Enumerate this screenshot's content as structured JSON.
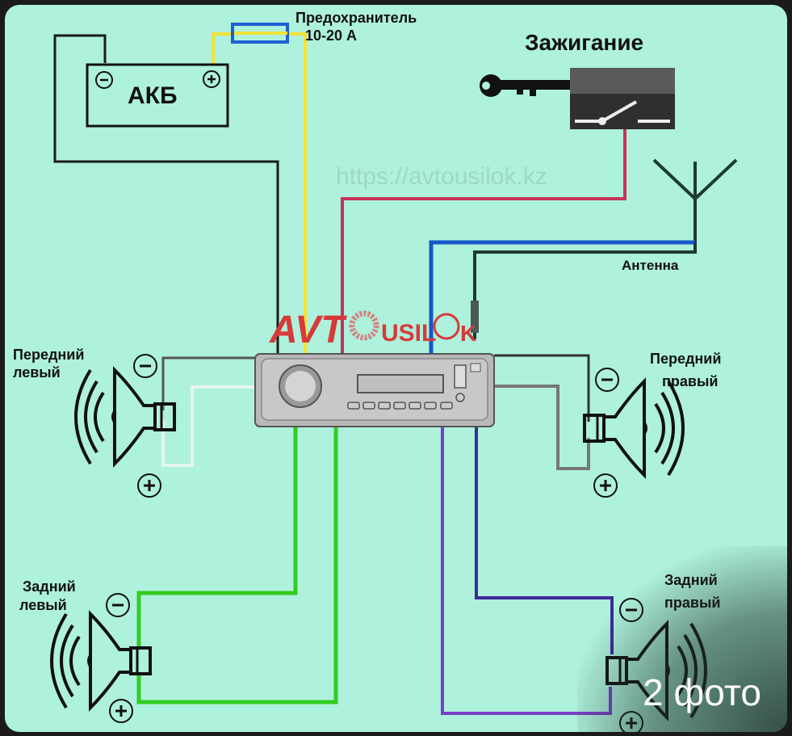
{
  "diagram": {
    "title": "Car radio wiring diagram",
    "labels": {
      "battery": "АКБ",
      "fuse_line1": "Предохранитель",
      "fuse_line2": "10-20 А",
      "ignition": "Зажигание",
      "antenna": "Антенна",
      "watermark": "https://avtousilok.kz",
      "logo_left": "AVT",
      "logo_right": "USIL",
      "logo_tail": "K",
      "front_left_1": "Передний",
      "front_left_2": "левый",
      "front_right_1": "Передний",
      "front_right_2": "правый",
      "rear_left_1": "Задний",
      "rear_left_2": "левый",
      "rear_right_1": "Задний",
      "rear_right_2": "правый",
      "minus": "−",
      "plus": "+"
    },
    "wire_colors": {
      "ground": "#1a1a1a",
      "constant_12v": "#f2e23a",
      "fuse": "#1f5fd1",
      "ignition": "#c8325a",
      "antenna_blue": "#1557c8",
      "antenna_coax": "#1f3a30",
      "front_left_plus": "#e4f6ef",
      "front_right": "#777777",
      "rear_left": "#33cc22",
      "rear_right": "#7a3fc9"
    },
    "background": "#aef1dc"
  },
  "overlay": {
    "photo_count_label": "2 фото"
  }
}
